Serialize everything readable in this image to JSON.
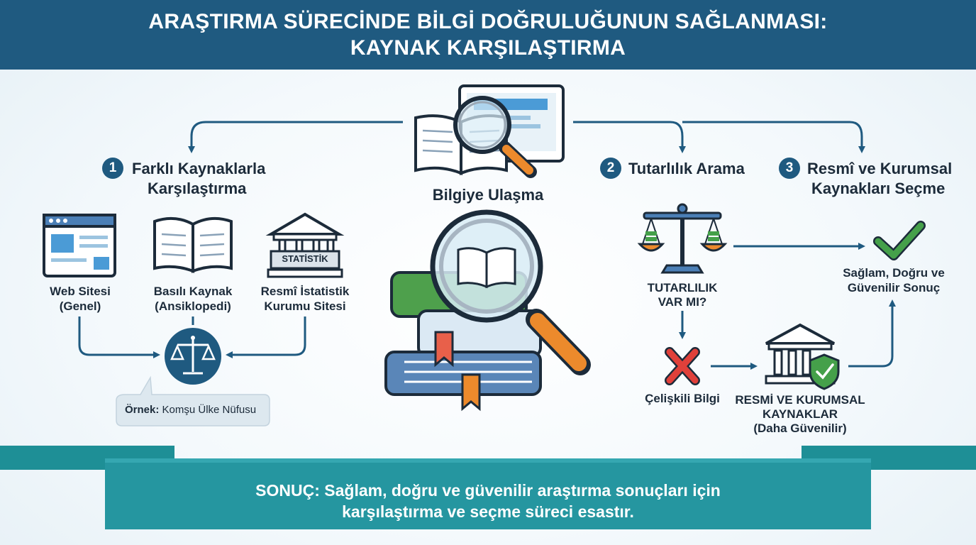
{
  "header": {
    "title_line1": "ARAŞTIRMA SÜRECİNDE BİLGİ DOĞRULUĞUNUN SAĞLANMASI:",
    "title_line2": "KAYNAK KARŞILAŞTIRMA"
  },
  "center": {
    "label": "Bilgiye Ulaşma"
  },
  "step1": {
    "number": "1",
    "title_line1": "Farklı Kaynaklarla",
    "title_line2": "Karşılaştırma",
    "sources": [
      {
        "line1": "Web Sitesi",
        "line2": "(Genel)"
      },
      {
        "line1": "Basılı Kaynak",
        "line2": "(Ansiklopedi)"
      },
      {
        "line1": "Resmî İstatistik",
        "line2": "Kurumu Sitesi"
      }
    ],
    "stat_sign": "STATİSTİK",
    "example_bold": "Örnek:",
    "example_text": " Komşu Ülke Nüfusu"
  },
  "step2": {
    "number": "2",
    "title": "Tutarlılık Arama",
    "question_line1": "TUTARLILIK",
    "question_line2": "VAR MI?",
    "conflict": "Çelişkili Bilgi"
  },
  "step3": {
    "number": "3",
    "title_line1": "Resmî ve Kurumsal",
    "title_line2": "Kaynakları Seçme",
    "result_line1": "Sağlam, Doğru ve",
    "result_line2": "Güvenilir Sonuç",
    "official_line1": "RESMİ VE KURUMSAL",
    "official_line2": "KAYNAKLAR",
    "official_line3": "(Daha Güvenilir)"
  },
  "footer": {
    "line1": "SONUÇ: Sağlam, doğru ve güvenilir araştırma sonuçları için",
    "line2": "karşılaştırma ve seçme süreci esastır."
  },
  "colors": {
    "primary": "#1f5a80",
    "teal": "#1e8f96",
    "teal_dark": "#146e74",
    "orange": "#ec8a2c",
    "green": "#45a04a",
    "red": "#e0403a"
  }
}
